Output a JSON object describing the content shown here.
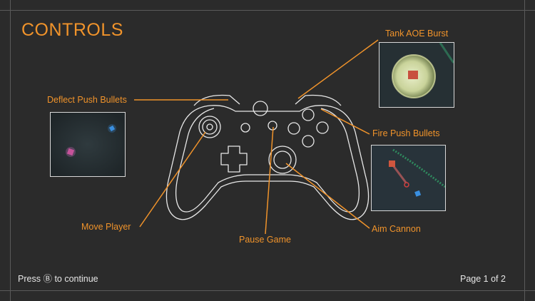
{
  "screen": {
    "title": "CONTROLS",
    "controls": [
      {
        "id": "deflect",
        "label": "Deflect Push Bullets"
      },
      {
        "id": "aoe",
        "label": "Tank AOE Burst"
      },
      {
        "id": "fire",
        "label": "Fire Push Bullets"
      },
      {
        "id": "move",
        "label": "Move Player"
      },
      {
        "id": "pause",
        "label": "Pause Game"
      },
      {
        "id": "aim",
        "label": "Aim Cannon"
      }
    ],
    "footer": {
      "continue_prefix": "Press",
      "continue_button_glyph": "Ⓑ",
      "continue_suffix": "to continue",
      "page": "Page 1 of 2"
    }
  },
  "colors": {
    "accent": "#f0932b",
    "background": "#2b2b2b",
    "controller_outline": "#e8e8e8"
  },
  "icons": [
    "gamepad-outline-icon",
    "b-button-icon"
  ]
}
